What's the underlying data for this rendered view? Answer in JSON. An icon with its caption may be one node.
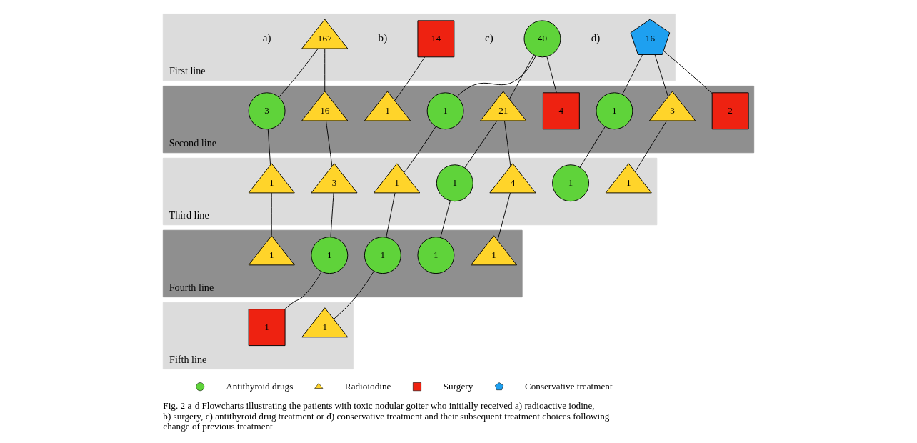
{
  "diagram": {
    "caption": "Fig. 2 a-d Flowcharts illustrating the patients with toxic nodular goiter who initially received a) radioactive iodine, b) surgery, c) antithyroid drug treatment or d) conservative treatment and their subsequent treatment choices following change of previous treatment",
    "nodes": [
      {
        "text": [
          "First line"
        ]
      },
      {
        "text": [
          "Second line"
        ]
      },
      {
        "text": [
          "Third line"
        ]
      },
      {
        "text": [
          "Fourth line"
        ]
      },
      {
        "text": [
          "Fifth line"
        ]
      },
      {
        "text": [
          "167"
        ],
        "in": 0
      },
      {
        "text": [
          "14"
        ],
        "in": 0
      },
      {
        "text": [
          "40"
        ],
        "in": 0
      },
      {
        "text": [
          "16"
        ],
        "in": 0
      },
      {
        "text": [
          "3"
        ],
        "in": 1
      },
      {
        "text": [
          "16"
        ],
        "in": 1
      },
      {
        "text": [
          "1"
        ],
        "in": 1
      },
      {
        "text": [
          "1"
        ],
        "in": 1
      },
      {
        "text": [
          "21"
        ],
        "in": 1
      },
      {
        "text": [
          "4"
        ],
        "in": 1
      },
      {
        "text": [
          "1"
        ],
        "in": 1
      },
      {
        "text": [
          "3"
        ],
        "in": 1
      },
      {
        "text": [
          "2"
        ],
        "in": 1
      },
      {
        "text": [
          "1"
        ],
        "in": 2
      },
      {
        "text": [
          "3"
        ],
        "in": 2
      },
      {
        "text": [
          "1"
        ],
        "in": 2
      },
      {
        "text": [
          "1"
        ],
        "in": 2
      },
      {
        "text": [
          "4"
        ],
        "in": 2
      },
      {
        "text": [
          "1"
        ],
        "in": 2
      },
      {
        "text": [
          "1"
        ],
        "in": 2
      },
      {
        "text": [
          "1"
        ],
        "in": 3
      },
      {
        "text": [
          "1"
        ],
        "in": 3
      },
      {
        "text": [
          "1"
        ],
        "in": 3
      },
      {
        "text": [
          "1"
        ],
        "in": 3
      },
      {
        "text": [
          "1"
        ],
        "in": 3
      },
      {
        "text": [
          "1"
        ],
        "in": 4
      },
      {
        "text": [
          "1"
        ],
        "in": 4
      }
    ],
    "edges": [
      {
        "from": 5,
        "to": 9,
        "arrow": "none"
      },
      {
        "from": 5,
        "to": 10,
        "arrow": "none"
      },
      {
        "from": 6,
        "to": 11,
        "arrow": "none"
      },
      {
        "from": 7,
        "to": 12,
        "arrow": "none"
      },
      {
        "from": 7,
        "to": 13,
        "arrow": "none"
      },
      {
        "from": 7,
        "to": 14,
        "arrow": "none"
      },
      {
        "from": 8,
        "to": 15,
        "arrow": "none"
      },
      {
        "from": 8,
        "to": 16,
        "arrow": "none"
      },
      {
        "from": 8,
        "to": 17,
        "arrow": "none"
      },
      {
        "from": 9,
        "to": 18,
        "arrow": "none"
      },
      {
        "from": 10,
        "to": 19,
        "arrow": "none"
      },
      {
        "from": 12,
        "to": 20,
        "arrow": "none"
      },
      {
        "from": 13,
        "to": 21,
        "arrow": "none"
      },
      {
        "from": 13,
        "to": 22,
        "arrow": "none"
      },
      {
        "from": 15,
        "to": 23,
        "arrow": "none"
      },
      {
        "from": 16,
        "to": 24,
        "arrow": "none"
      },
      {
        "from": 18,
        "to": 25,
        "arrow": "none"
      },
      {
        "from": 19,
        "to": 26,
        "arrow": "none"
      },
      {
        "from": 20,
        "to": 27,
        "arrow": "none"
      },
      {
        "from": 21,
        "to": 28,
        "arrow": "none"
      },
      {
        "from": 22,
        "to": 29,
        "arrow": "none"
      },
      {
        "from": 26,
        "to": 30,
        "arrow": "none"
      },
      {
        "from": 27,
        "to": 31,
        "arrow": "none"
      }
    ],
    "labels": [
      "a)",
      "b)",
      "c)",
      "d)"
    ],
    "legend": [
      {
        "text": "Antithyroid drugs"
      },
      {
        "text": "Radioiodine"
      },
      {
        "text": "Surgery"
      },
      {
        "text": "Conservative treatment"
      }
    ]
  }
}
